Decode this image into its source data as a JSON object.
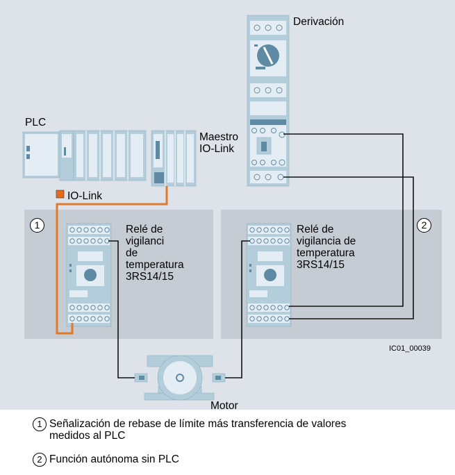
{
  "colors": {
    "background": "#dde3e9",
    "legend_background": "#ffffff",
    "group_panel": "#c6ccd3",
    "device_body": "#b4cddb",
    "device_light": "#e4edf3",
    "device_dark": "#5f8aa3",
    "io_link_cable": "#e07a2a",
    "io_link_marker": "#e66a1e"
  },
  "diagram": {
    "plc_label": "PLC",
    "io_link_master_label": "Maestro\nIO-Link",
    "feeder_label": "Derivación",
    "io_link_legend": "IO-Link",
    "relay_left_label": "Relé de\nvigilanci\nde\ntemperatura\n3RS14/15",
    "relay_right_label": "Relé de\nvigilancia de\ntemperatura\n3RS14/15",
    "motor_label": "Motor",
    "panel_left_number": "1",
    "panel_right_number": "2",
    "figure_code": "IC01_00039"
  },
  "legend": [
    {
      "number": "1",
      "text": "Señalización de rebase de límite más transferencia de valores\nmedidos al PLC"
    },
    {
      "number": "2",
      "text": "Función autónoma sin PLC"
    }
  ]
}
